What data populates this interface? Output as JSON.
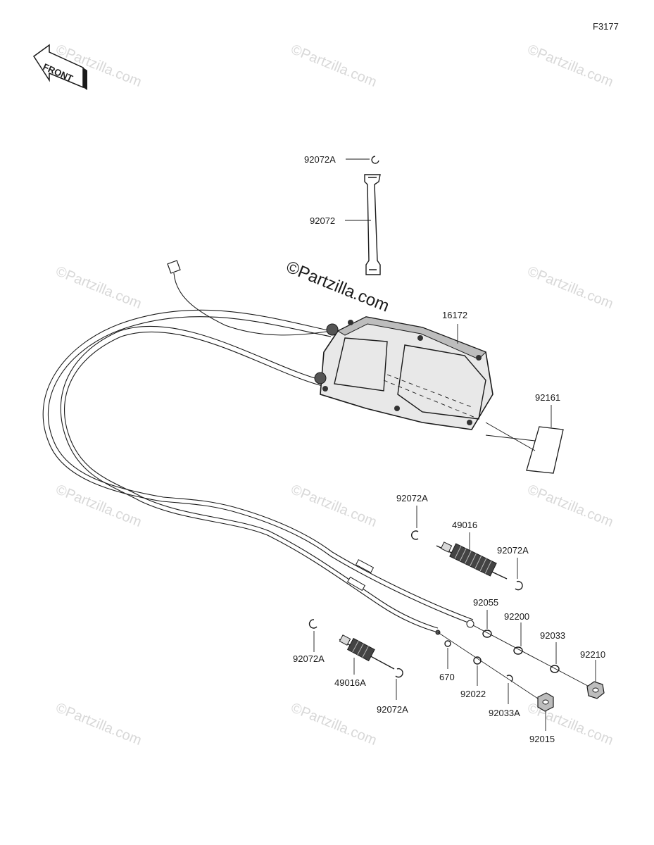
{
  "diagram_code": "F3177",
  "front_label": "FRONT",
  "watermark_text": "©Partzilla.com",
  "center_watermark": "©Partzilla.com",
  "labels": {
    "p92072A_top": "92072A",
    "p92072": "92072",
    "p16172": "16172",
    "p92161": "92161",
    "p92072A_mid": "92072A",
    "p49016": "49016",
    "p92072A_right": "92072A",
    "p92055": "92055",
    "p92200": "92200",
    "p92033": "92033",
    "p92210": "92210",
    "p92072A_left": "92072A",
    "p49016A": "49016A",
    "p92072A_bottom": "92072A",
    "p670": "670",
    "p92022": "92022",
    "p92033A": "92033A",
    "p92015": "92015"
  }
}
